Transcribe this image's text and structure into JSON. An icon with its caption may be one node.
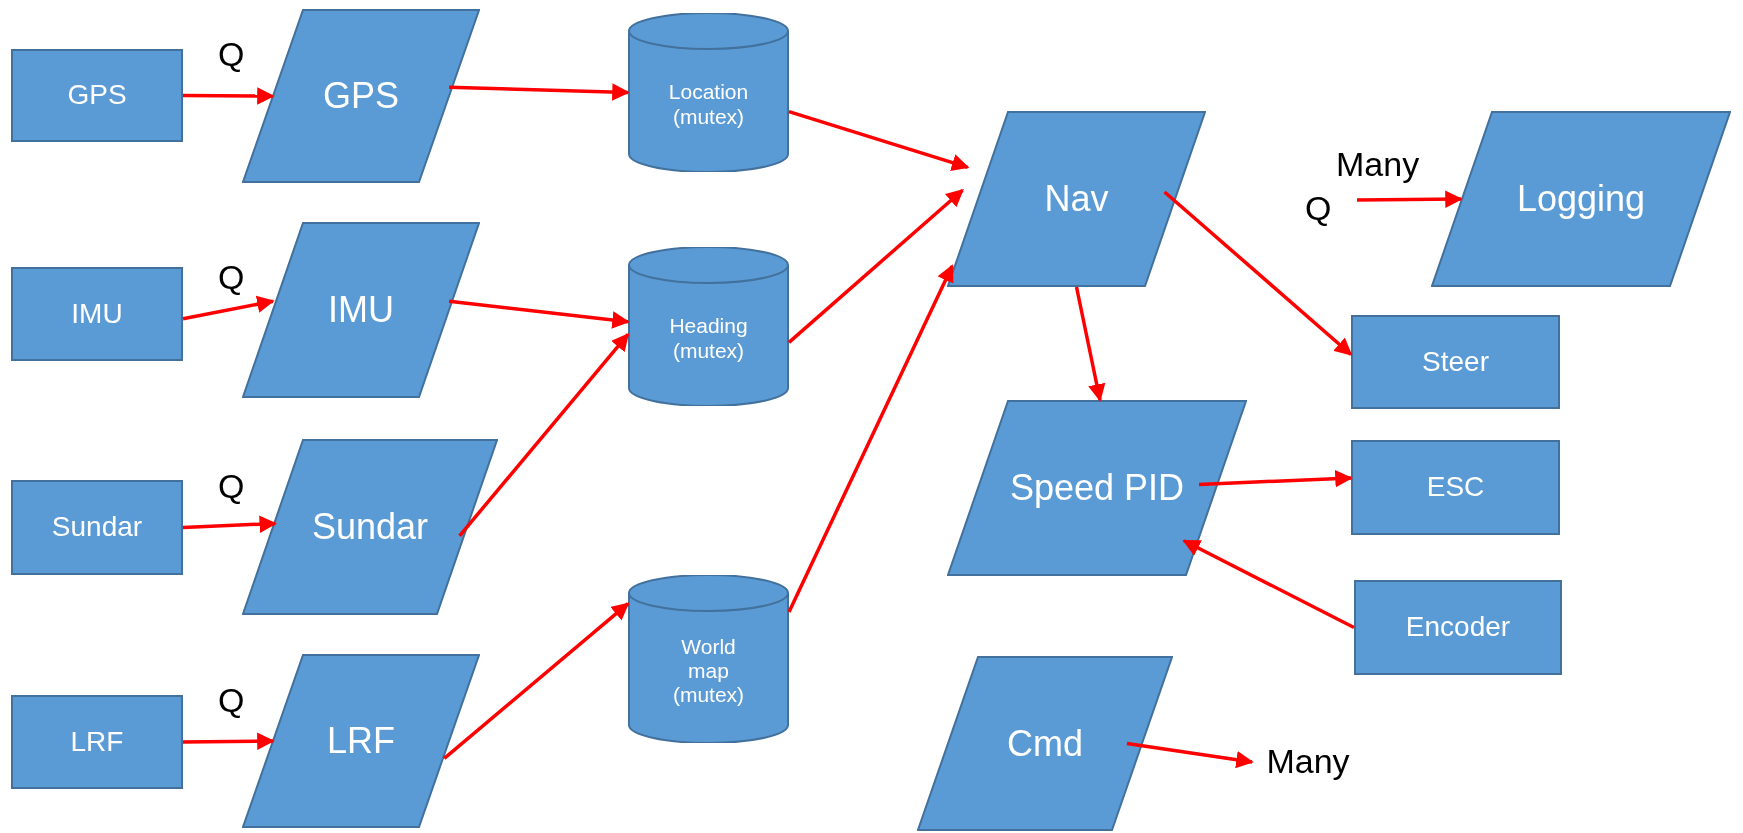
{
  "diagram": {
    "nodes": [
      {
        "text": [
          "GPS"
        ]
      },
      {
        "text": [
          "IMU"
        ]
      },
      {
        "text": [
          "Sundar"
        ]
      },
      {
        "text": [
          "LRF"
        ]
      },
      {
        "text": [
          "GPS"
        ]
      },
      {
        "text": [
          "IMU"
        ]
      },
      {
        "text": [
          "Sundar"
        ]
      },
      {
        "text": [
          "LRF"
        ]
      },
      {
        "text": [
          "Location (mutex)"
        ]
      },
      {
        "text": [
          "Heading (mutex)"
        ]
      },
      {
        "text": [
          "World map (mutex)"
        ]
      },
      {
        "text": [
          "Nav"
        ]
      },
      {
        "text": [
          "Logging"
        ]
      },
      {
        "text": [
          "Steer"
        ]
      },
      {
        "text": [
          "Speed PID"
        ]
      },
      {
        "text": [
          "ESC"
        ]
      },
      {
        "text": [
          "Encoder"
        ]
      },
      {
        "text": [
          "Cmd"
        ]
      },
      {
        "text": [
          "Many"
        ]
      }
    ],
    "edges": [
      {
        "from": 0,
        "to": 4,
        "arrow": "to",
        "label": "Q"
      },
      {
        "from": 1,
        "to": 5,
        "arrow": "to",
        "label": "Q"
      },
      {
        "from": 2,
        "to": 6,
        "arrow": "to",
        "label": "Q"
      },
      {
        "from": 3,
        "to": 7,
        "arrow": "to",
        "label": "Q"
      },
      {
        "from": 4,
        "to": 8,
        "arrow": "to"
      },
      {
        "from": 5,
        "to": 9,
        "arrow": "to"
      },
      {
        "from": 6,
        "to": 9,
        "arrow": "to"
      },
      {
        "from": 7,
        "to": 10,
        "arrow": "to"
      },
      {
        "from": 8,
        "to": 11,
        "arrow": "to"
      },
      {
        "from": 9,
        "to": 11,
        "arrow": "to"
      },
      {
        "from": 10,
        "to": 11,
        "arrow": "to"
      },
      {
        "from": 11,
        "to": 14,
        "arrow": "to"
      },
      {
        "from": 11,
        "to": 13,
        "arrow": "to"
      },
      {
        "from": 14,
        "to": 15,
        "arrow": "to"
      },
      {
        "from": 16,
        "to": 14,
        "arrow": "to"
      },
      {
        "from": null,
        "to": 12,
        "arrow": "to",
        "label": "Q"
      },
      {
        "from": 17,
        "to": 18,
        "arrow": "to"
      }
    ],
    "labels": [
      "Many"
    ]
  }
}
